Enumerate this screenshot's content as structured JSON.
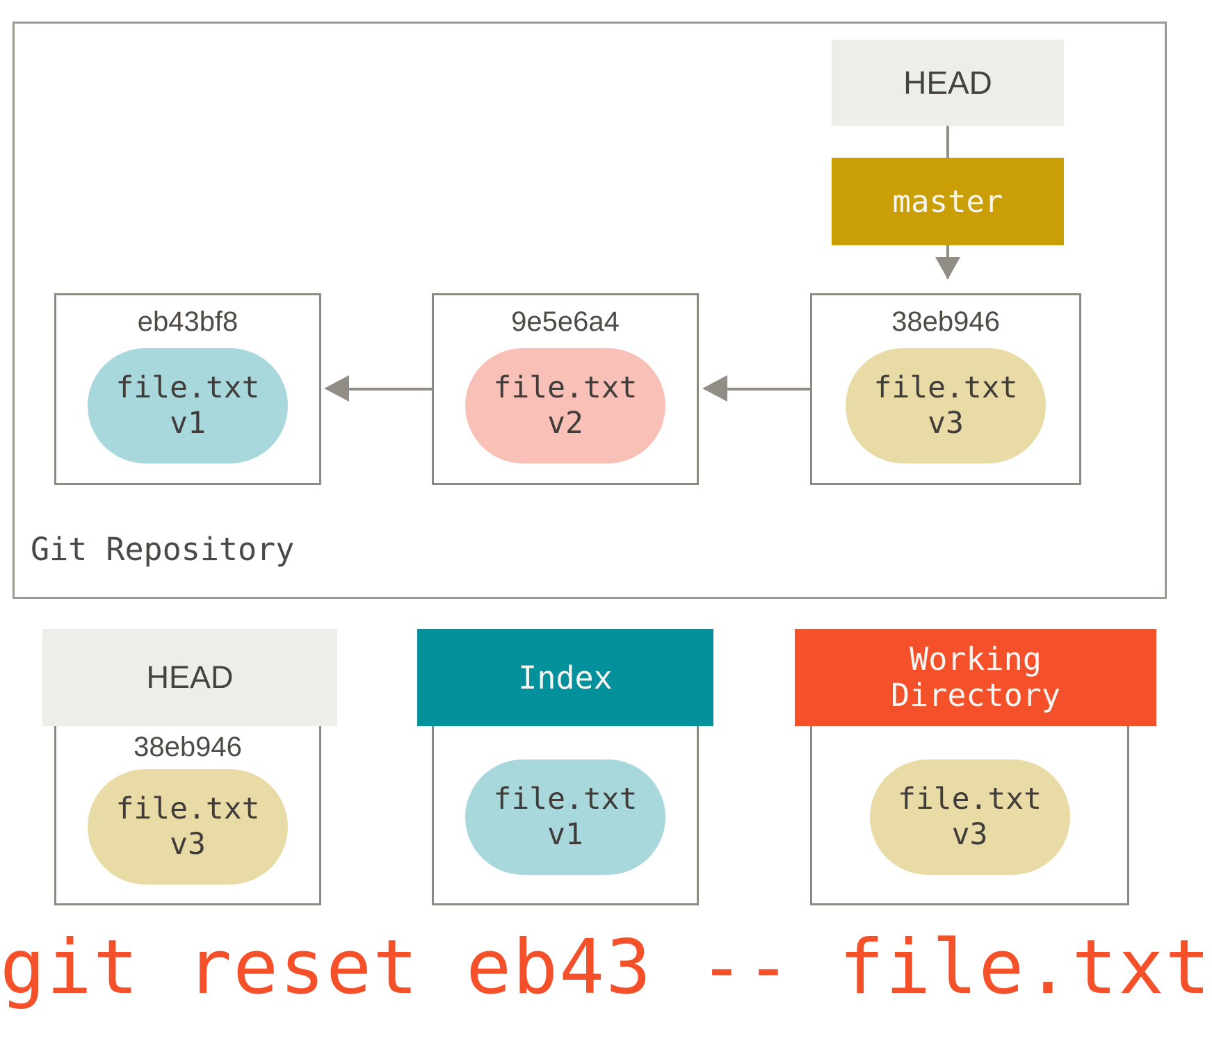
{
  "diagram": {
    "repository": {
      "label": "Git Repository",
      "head_pointer": {
        "label": "HEAD"
      },
      "branch": {
        "label": "master",
        "color": "#ca9e06"
      },
      "commits": [
        {
          "hash": "eb43bf8",
          "file": "file.txt",
          "version": "v1",
          "blob_color": "#a9d8dc"
        },
        {
          "hash": "9e5e6a4",
          "file": "file.txt",
          "version": "v2",
          "blob_color": "#f9c0b8"
        },
        {
          "hash": "38eb946",
          "file": "file.txt",
          "version": "v3",
          "blob_color": "#e8dba6"
        }
      ]
    },
    "trees": [
      {
        "name": "HEAD",
        "header_label": "HEAD",
        "header_color": "#eeeee8",
        "hash": "38eb946",
        "file": "file.txt",
        "version": "v3",
        "blob_color": "#e8dba6"
      },
      {
        "name": "Index",
        "header_label": "Index",
        "header_color": "#04919b",
        "hash": "",
        "file": "file.txt",
        "version": "v1",
        "blob_color": "#a9d8dc"
      },
      {
        "name": "Working Directory",
        "header_label_line1": "Working",
        "header_label_line2": "Directory",
        "header_color": "#f4502a",
        "hash": "",
        "file": "file.txt",
        "version": "v3",
        "blob_color": "#e8dba6"
      }
    ],
    "command": "git reset eb43 -- file.txt",
    "command_color": "#f4502a"
  }
}
